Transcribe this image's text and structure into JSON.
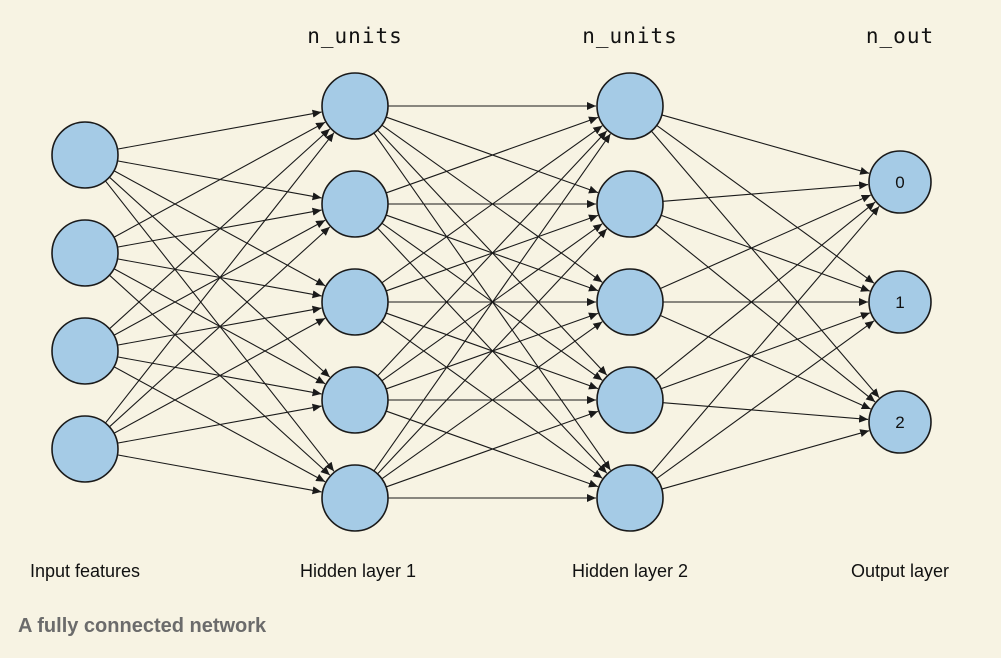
{
  "caption": "A fully connected network",
  "colors": {
    "background": "#f7f3e3",
    "node_fill": "#a5cbe6",
    "node_stroke": "#1a1a1a",
    "edge": "#1a1a1a",
    "label_color": "#111111",
    "caption_color": "#6b6b6b"
  },
  "layers": [
    {
      "id": "input",
      "top_label": "",
      "label": "Input features",
      "node_count": 4,
      "node_labels": []
    },
    {
      "id": "hidden1",
      "top_label": "n_units",
      "label": "Hidden layer 1",
      "node_count": 5,
      "node_labels": []
    },
    {
      "id": "hidden2",
      "top_label": "n_units",
      "label": "Hidden layer 2",
      "node_count": 5,
      "node_labels": []
    },
    {
      "id": "output",
      "top_label": "n_out",
      "label": "Output layer",
      "node_count": 3,
      "node_labels": [
        "0",
        "1",
        "2"
      ]
    }
  ]
}
